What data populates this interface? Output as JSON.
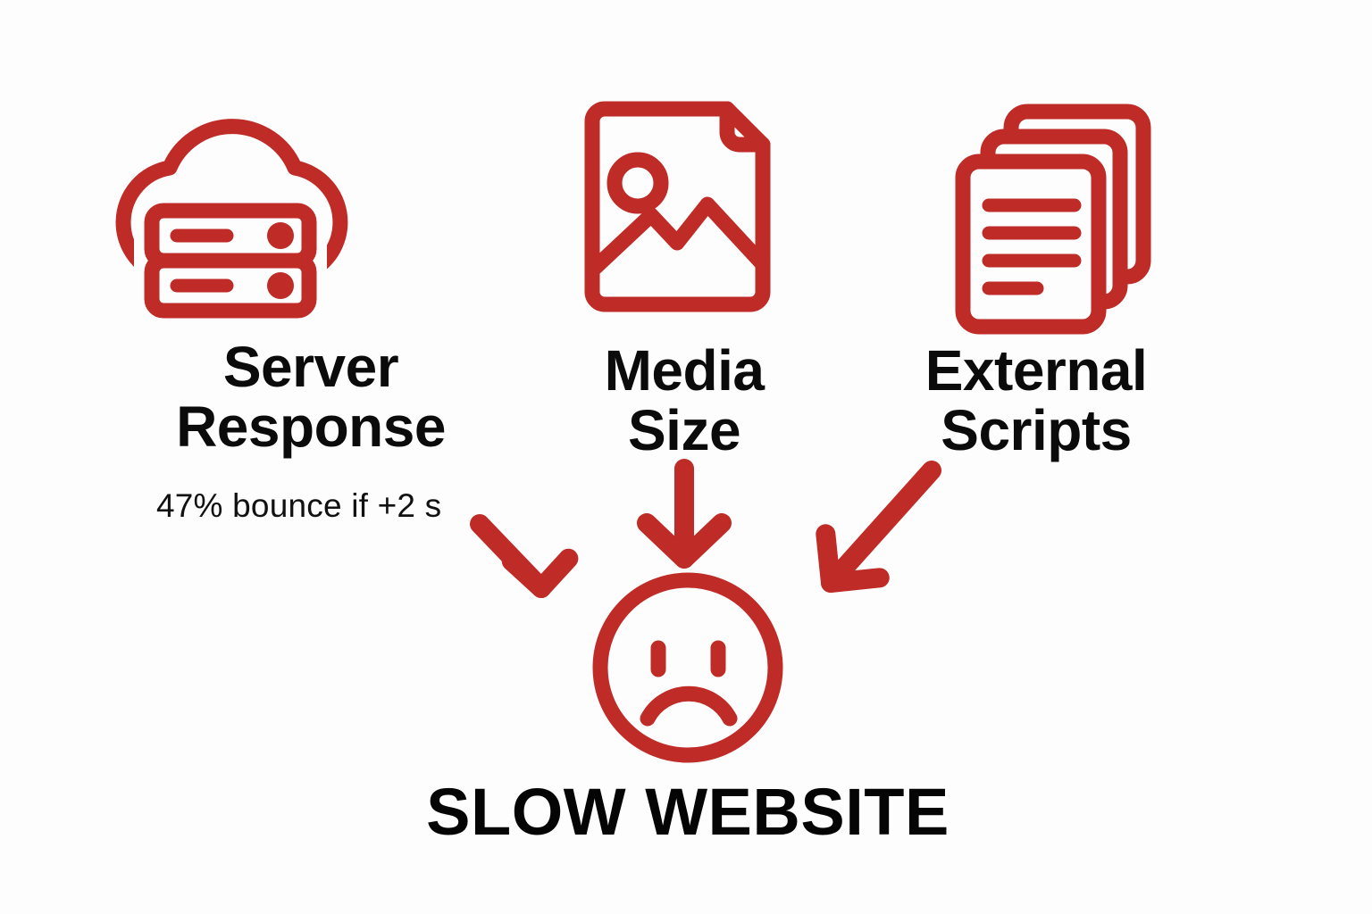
{
  "theme": {
    "background": "#fdfdfe",
    "accent_red": "#bf2b26",
    "text_black": "#0b0b0b"
  },
  "diagram": {
    "type": "cause-and-effect",
    "title": "SLOW WEBSITE",
    "causes": [
      {
        "id": "server-response",
        "label": "Server\nResponse",
        "icon": "cloud-server-icon",
        "caption": "47% bounce if +2 s"
      },
      {
        "id": "media-size",
        "label": "Media\nSize",
        "icon": "image-file-icon"
      },
      {
        "id": "external-scripts",
        "label": "External\nScripts",
        "icon": "stacked-documents-icon"
      }
    ],
    "outcome": {
      "id": "slow-website",
      "label": "SLOW WEBSITE",
      "icon": "sad-face-icon"
    },
    "arrows": [
      {
        "from": "server-response",
        "to": "slow-website",
        "direction": "down-right"
      },
      {
        "from": "media-size",
        "to": "slow-website",
        "direction": "down"
      },
      {
        "from": "external-scripts",
        "to": "slow-website",
        "direction": "down-left"
      }
    ]
  },
  "stats": {
    "bounce_caption": "47% bounce if +2 s",
    "bounce_rate_percent": 47,
    "delay_seconds": 2
  }
}
